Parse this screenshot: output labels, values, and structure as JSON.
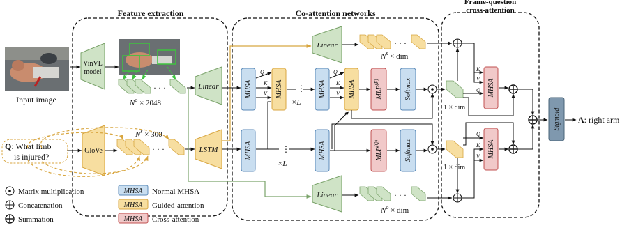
{
  "sections": {
    "feature": "Feature extraction",
    "coattn": "Co-attention networks",
    "fq_line1": "Frame-question",
    "fq_line2": "cross-attention"
  },
  "inputs": {
    "image_caption": "Input image",
    "question_prefix": "Q",
    "question_text_1": ": What limb",
    "question_text_2": "is injured?"
  },
  "blocks": {
    "vinvl_1": "VinVL",
    "vinvl_2": "model",
    "glove": "GloVe",
    "linear": "Linear",
    "lstm": "LSTM",
    "mhsa": "MHSA",
    "mlp_f": "MLP",
    "mlp_f_sup": "(F)",
    "mlp_q": "MLP",
    "mlp_q_sup": "(Q)",
    "softmax": "Softmax",
    "sigmoid": "Sigmoid"
  },
  "labels": {
    "dim_no_2048": "N",
    "dim_no_2048_sup": "o",
    "dim_no_2048_rest": " × 2048",
    "dim_ns_300": "N",
    "dim_ns_300_sup": "s",
    "dim_ns_300_rest": " × 300",
    "dim_ns_dim": "N",
    "dim_ns_dim_sup": "s",
    "dim_ns_dim_rest": " × dim",
    "dim_no_dim": "N",
    "dim_no_dim_sup": "o",
    "dim_no_dim_rest": " × dim",
    "one_dim_top": "1 × dim",
    "one_dim_bot": "1 × dim",
    "times_l_1": "×L",
    "times_l_2": "×L",
    "q": "Q",
    "k": "K",
    "v": "V",
    "answer_prefix": "A",
    "answer_text": ": right arm"
  },
  "legend": {
    "matmul": "Matrix multiplication",
    "concat": "Concatenation",
    "sum": "Summation",
    "normal_mhsa": "Normal MHSA",
    "guided": "Guided-attention",
    "cross": "Cross-attention",
    "mhsa_tag": "MHSA"
  },
  "colors": {
    "green": "#cfe3c6",
    "green_stroke": "#7aa36a",
    "yellow": "#f7dea0",
    "yellow_stroke": "#d8a640",
    "blue": "#c9def0",
    "blue_stroke": "#5b8ab8",
    "pink": "#f1c9c9",
    "pink_stroke": "#c05050",
    "sigmoid": "#7f98ae"
  }
}
